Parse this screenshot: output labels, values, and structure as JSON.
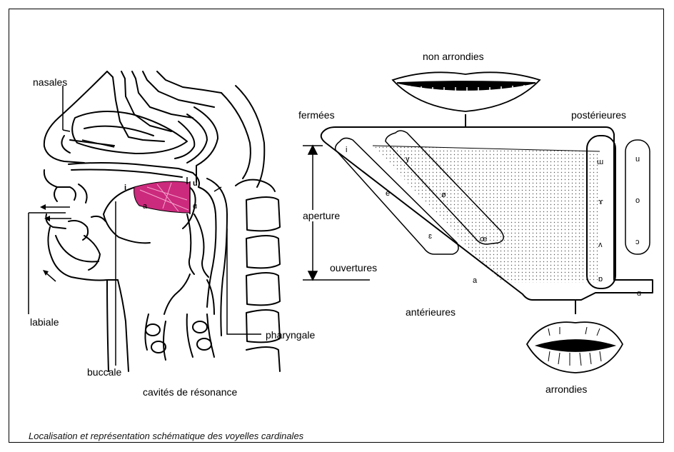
{
  "labels": {
    "nasales": "nasales",
    "labiale": "labiale",
    "buccale": "buccale",
    "pharyngale": "pharyngale",
    "cavites": "cavités de résonance",
    "non_arrondies": "non arrondies",
    "arrondies": "arrondies",
    "fermees": "fermées",
    "posterieures": "postérieures",
    "aperture": "aperture",
    "ouvertures": "ouvertures",
    "anterieures": "antérieures"
  },
  "vowels": {
    "head_i": "i",
    "head_u": "u",
    "head_a": "a",
    "head_o": "ɑ",
    "i": "i",
    "e": "e",
    "eps": "ɛ",
    "y": "y",
    "oe_slash": "ø",
    "oe": "œ",
    "a": "a",
    "back_u_unr": "ɯ",
    "back_gamma": "ɤ",
    "back_wedge": "ʌ",
    "back_o_unr": "ɒ",
    "u": "u",
    "o": "o",
    "open_o": "ɔ",
    "alpha": "ɑ"
  },
  "caption": "Localisation et représentation schématique des voyelles cardinales",
  "colors": {
    "tongue_fill": "#cc2a7d",
    "stroke": "#000000",
    "dots": "#555555"
  }
}
